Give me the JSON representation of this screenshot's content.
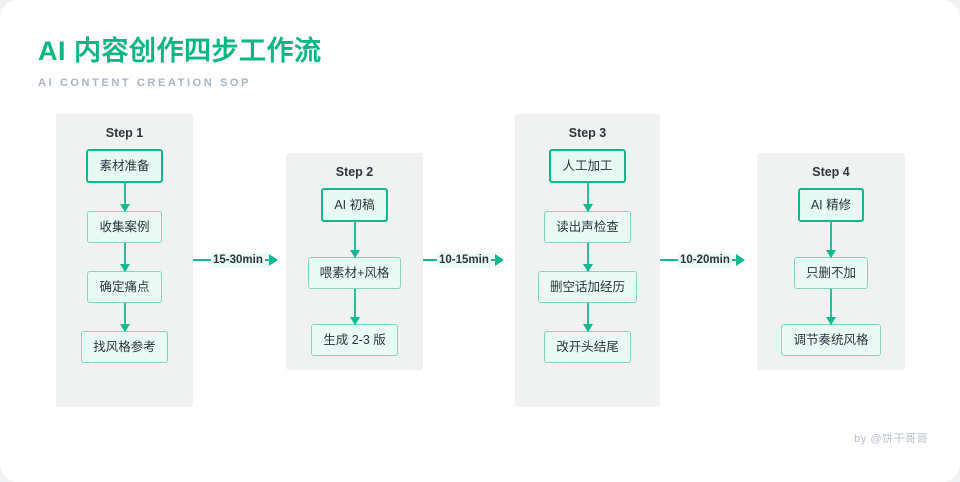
{
  "header": {
    "title": "AI 内容创作四步工作流",
    "subtitle": "AI CONTENT CREATION SOP"
  },
  "colors": {
    "accent": "#0bb684",
    "arrow": "#0fb890",
    "node_border": "#7fd9c0",
    "node_head_border": "#11b98a",
    "node_fill": "#eafaf4",
    "panel_bg": "#eff2f1",
    "text": "#2f3640",
    "muted": "#a9b4c4",
    "canvas": "#ffffff"
  },
  "steps": [
    {
      "title": "Step 1",
      "nodes": [
        "素材准备",
        "收集案例",
        "确定痛点",
        "找风格参考"
      ]
    },
    {
      "title": "Step 2",
      "nodes": [
        "AI 初稿",
        "喂素材+风格",
        "生成 2-3 版"
      ]
    },
    {
      "title": "Step 3",
      "nodes": [
        "人工加工",
        "读出声检查",
        "删空话加经历",
        "改开头结尾"
      ]
    },
    {
      "title": "Step 4",
      "nodes": [
        "AI 精修",
        "只删不加",
        "调节奏统风格"
      ]
    }
  ],
  "connectors": [
    {
      "label": "15-30min"
    },
    {
      "label": "10-15min"
    },
    {
      "label": "10-20min"
    }
  ],
  "credit": "by @饼干哥哥"
}
